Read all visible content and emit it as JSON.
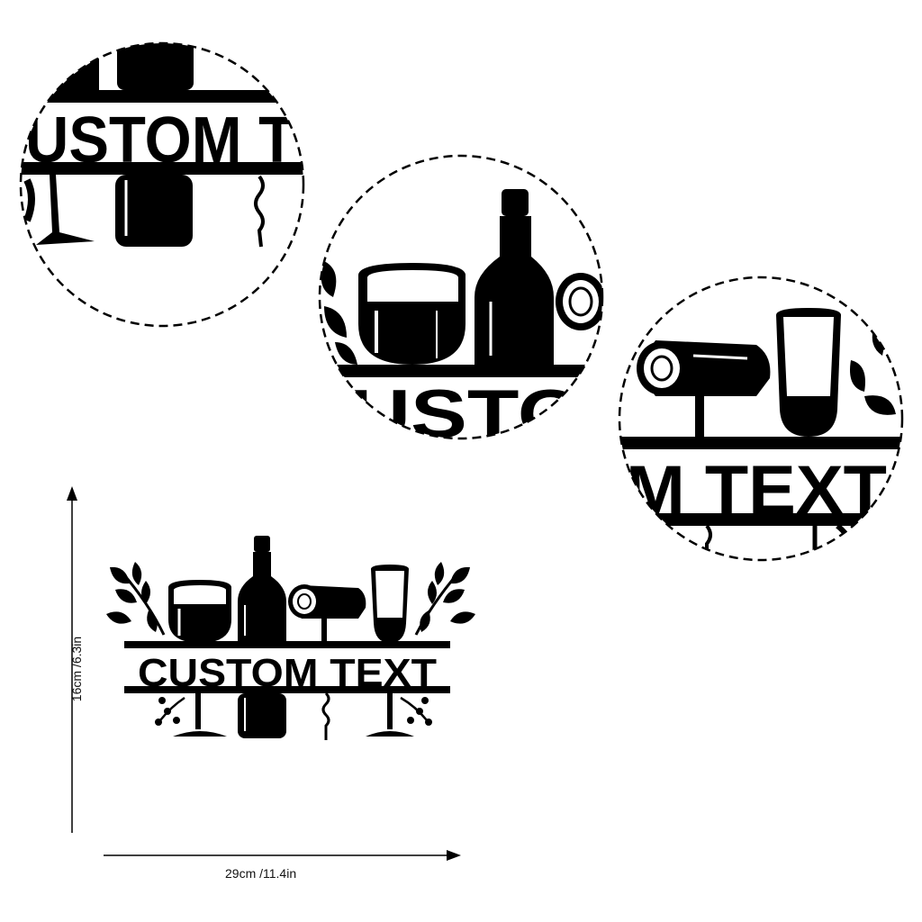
{
  "sign": {
    "text": "CUSTOM TEXT"
  },
  "zoom_views": {
    "view1_text": "USTOM T",
    "view2_text": "USTO",
    "view3_text": "M TEXT"
  },
  "dimensions": {
    "height_label": "16cm /6.3in",
    "width_label": "29cm /11.4in"
  },
  "colors": {
    "ink": "#000000",
    "background": "#ffffff"
  }
}
